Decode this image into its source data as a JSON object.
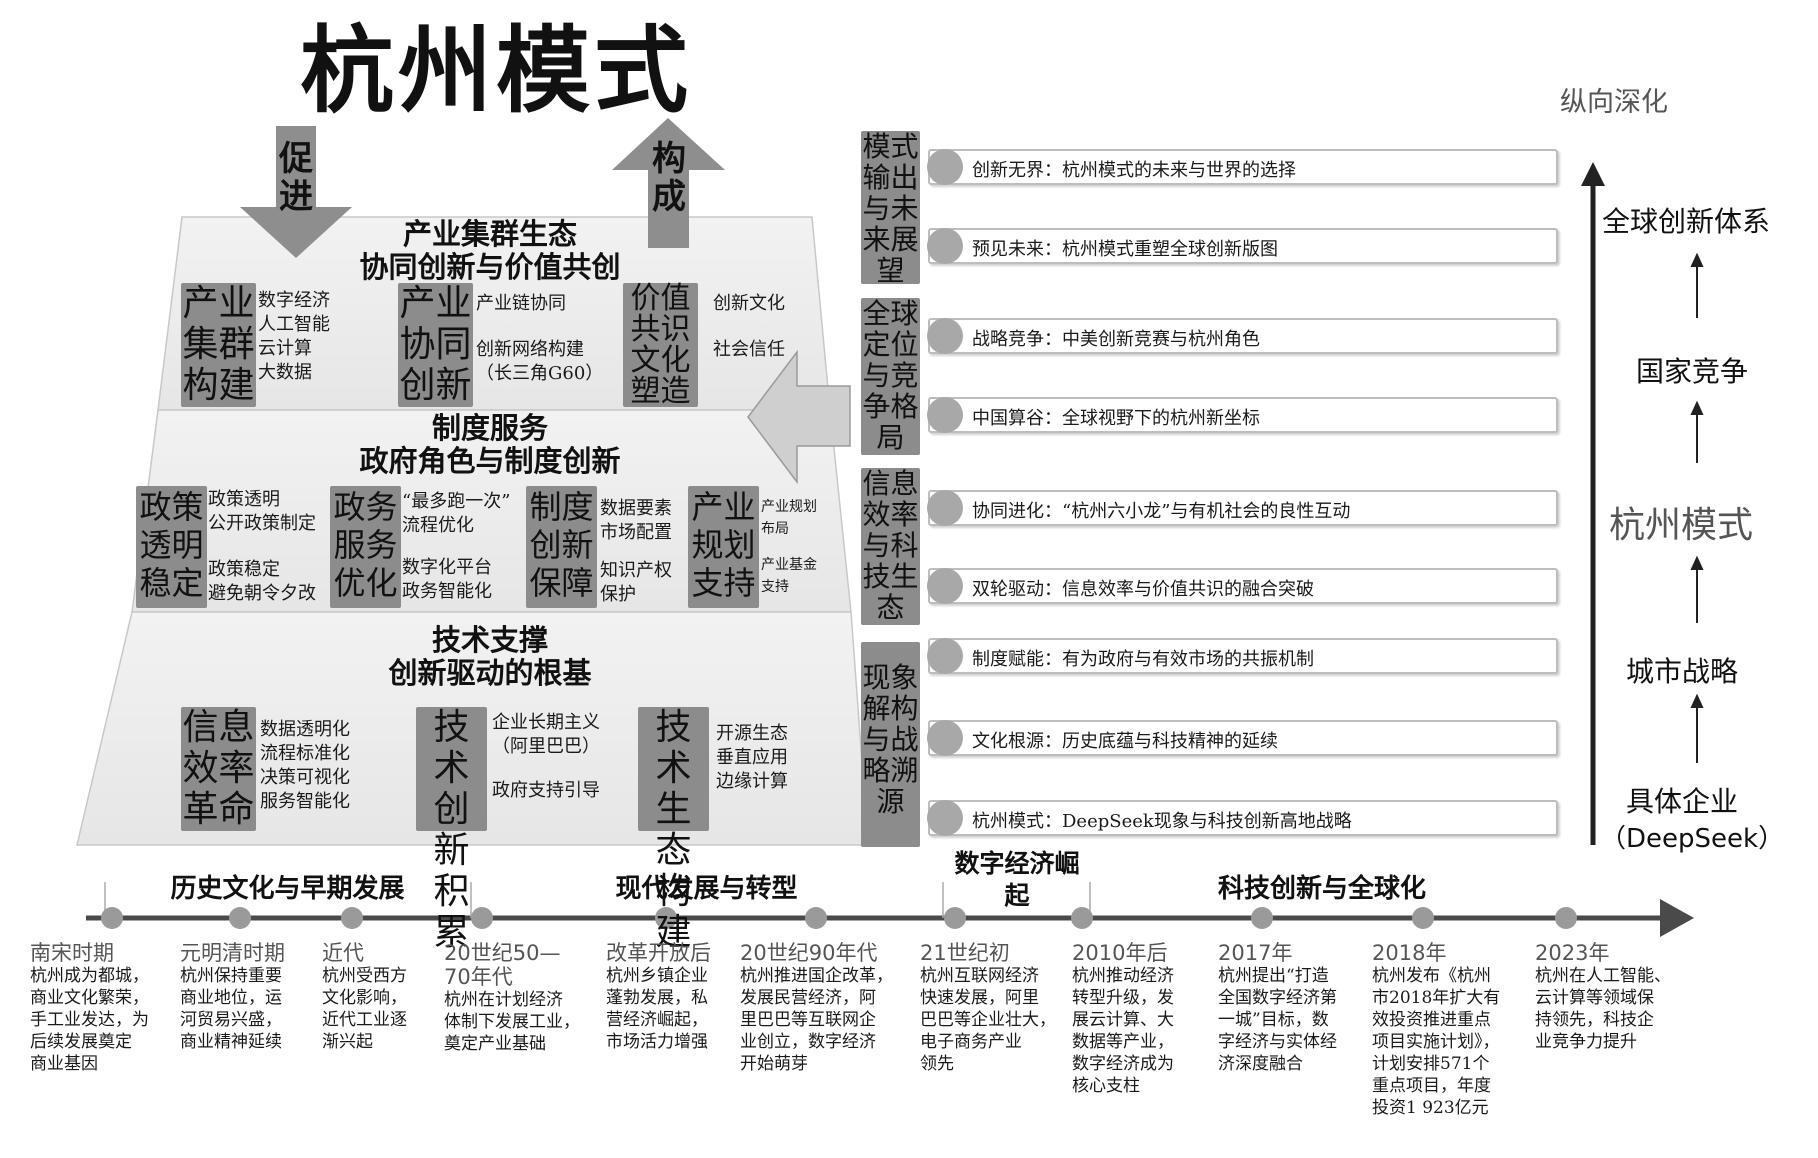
{
  "main_title": "杭州模式",
  "arrows": {
    "promote": "促进",
    "compose": "构成"
  },
  "pyramid": {
    "top": {
      "title_line1": "产业集群生态",
      "title_line2": "协同创新与价值共创",
      "boxes": [
        {
          "label": "产业集群构建",
          "items": [
            "数字经济",
            "人工智能",
            "云计算",
            "大数据"
          ]
        },
        {
          "label": "产业协同创新",
          "items": [
            "产业链协同",
            "创新网络构建",
            "（长三角G60）"
          ]
        },
        {
          "label": "价值共识文化塑造",
          "items": [
            "创新文化",
            "社会信任"
          ]
        }
      ]
    },
    "middle": {
      "title_line1": "制度服务",
      "title_line2": "政府角色与制度创新",
      "boxes": [
        {
          "label": "政策透明稳定",
          "items": [
            "政策透明",
            "公开政策制定",
            "政策稳定",
            "避免朝令夕改"
          ]
        },
        {
          "label": "政务服务优化",
          "items": [
            "“最多跑一次”",
            "流程优化",
            "数字化平台",
            "政务智能化"
          ]
        },
        {
          "label": "制度创新保障",
          "items": [
            "数据要素",
            "市场配置",
            "知识产权",
            "保护"
          ]
        },
        {
          "label": "产业规划支持",
          "items": [
            "产业规划",
            "布局",
            "产业基金",
            "支持"
          ]
        }
      ]
    },
    "bottom": {
      "title_line1": "技术支撑",
      "title_line2": "创新驱动的根基",
      "boxes": [
        {
          "label": "信息效率革命",
          "items": [
            "数据透明化",
            "流程标准化",
            "决策可视化",
            "服务智能化"
          ]
        },
        {
          "label": "技术创新积累",
          "items": [
            "企业长期主义",
            "（阿里巴巴）",
            "政府支持引导"
          ]
        },
        {
          "label": "技术生态构建",
          "items": [
            "开源生态",
            "垂直应用",
            "边缘计算"
          ]
        }
      ]
    }
  },
  "chapters": [
    {
      "label": "模式输出与未来展望",
      "bars": [
        "创新无界：杭州模式的未来与世界的选择",
        "预见未来：杭州模式重塑全球创新版图"
      ]
    },
    {
      "label": "全球定位与竞争格局",
      "bars": [
        "战略竞争：中美创新竞赛与杭州角色",
        "中国算谷：全球视野下的杭州新坐标"
      ]
    },
    {
      "label": "信息效率与科技生态",
      "bars": [
        "协同进化：“杭州六小龙”与有机社会的良性互动",
        "双轮驱动：信息效率与价值共识的融合突破"
      ]
    },
    {
      "label": "现象解构与战略溯源",
      "bars": [
        "制度赋能：有为政府与有效市场的共振机制",
        "文化根源：历史底蕴与科技精神的延续",
        "杭州模式：DeepSeek现象与科技创新高地战略"
      ]
    }
  ],
  "vertical_axis": {
    "label": "纵向深化",
    "stages": [
      "全球创新体系",
      "国家竞争",
      "杭州模式",
      "城市战略",
      "具体企业",
      "（DeepSeek）"
    ]
  },
  "timeline": {
    "eras": [
      "历史文化与早期发展",
      "现代发展与转型",
      "数字经济崛起",
      "科技创新与全球化"
    ],
    "periods": [
      {
        "period": "南宋时期",
        "desc": [
          "杭州成为都城，",
          "商业文化繁荣，",
          "手工业发达，为",
          "后续发展奠定",
          "商业基因"
        ]
      },
      {
        "period": "元明清时期",
        "desc": [
          "杭州保持重要",
          "商业地位，运",
          "河贸易兴盛，",
          "商业精神延续"
        ]
      },
      {
        "period": "近代",
        "desc": [
          "杭州受西方",
          "文化影响，",
          "近代工业逐",
          "渐兴起"
        ]
      },
      {
        "period": "20世纪50—",
        "period2": "70年代",
        "desc": [
          "杭州在计划经济",
          "体制下发展工业，",
          "奠定产业基础"
        ]
      },
      {
        "period": "改革开放后",
        "desc": [
          "杭州乡镇企业",
          "蓬勃发展，私",
          "营经济崛起，",
          "市场活力增强"
        ]
      },
      {
        "period": "20世纪90年代",
        "desc": [
          "杭州推进国企改革，",
          "发展民营经济，阿",
          "里巴巴等互联网企",
          "业创立，数字经济",
          "开始萌芽"
        ]
      },
      {
        "period": "21世纪初",
        "desc": [
          "杭州互联网经济",
          "快速发展，阿里",
          "巴巴等企业壮大，",
          "电子商务产业",
          "领先"
        ]
      },
      {
        "period": "2010年后",
        "desc": [
          "杭州推动经济",
          "转型升级，发",
          "展云计算、大",
          "数据等产业，",
          "数字经济成为",
          "核心支柱"
        ]
      },
      {
        "period": "2017年",
        "desc": [
          "杭州提出“打造",
          "全国数字经济第",
          "一城”目标，数",
          "字经济与实体经",
          "济深度融合"
        ]
      },
      {
        "period": "2018年",
        "desc": [
          "杭州发布《杭州",
          "市2018年扩大有",
          "效投资推进重点",
          "项目实施计划》，",
          "计划安排571个",
          "重点项目，年度",
          "投资1 923亿元"
        ]
      },
      {
        "period": "2023年",
        "desc": [
          "杭州在人工智能、",
          "云计算等领域保",
          "持领先，科技企",
          "业竞争力提升"
        ]
      }
    ]
  }
}
